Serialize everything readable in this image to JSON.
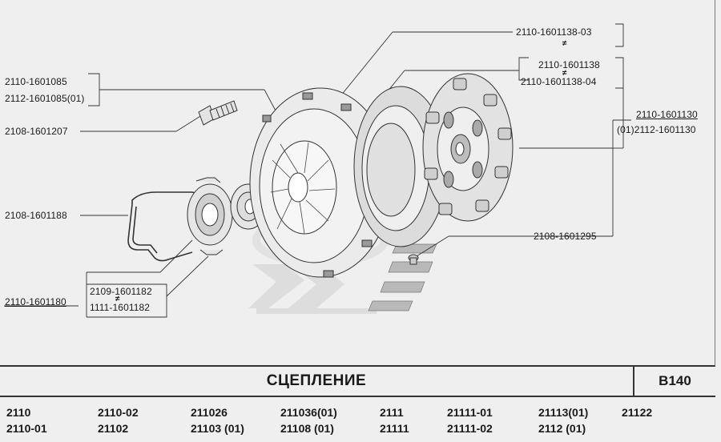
{
  "sheet": {
    "title": "СЦЕПЛЕНИЕ",
    "ref": "B140"
  },
  "callouts": {
    "c1a": "2110-1601085",
    "c1b": "2112-1601085(01)",
    "c2": "2108-1601207",
    "c3": "2108-1601188",
    "c4": "2110-1601180",
    "c5a": "2109-1601182",
    "c5neq": "≠",
    "c5b": "1111-1601182",
    "c6a": "2110-1601138-03",
    "c6neq": "≠",
    "c6b": "2110-1601138",
    "c6neq2": "≠",
    "c6c": "2110-1601138-04",
    "c7a": "2110-1601130",
    "c7b": "(01)2112-1601130",
    "c8": "2108-1601295"
  },
  "models": {
    "row1": [
      "2110",
      "2110-02",
      "211026",
      "211036(01)",
      "2111",
      "21111-01",
      "21113(01)",
      "21122"
    ],
    "row2": [
      "2110-01",
      "21102",
      "21103  (01)",
      "21108  (01)",
      "21111",
      "21111-02",
      "2112  (01)"
    ]
  }
}
